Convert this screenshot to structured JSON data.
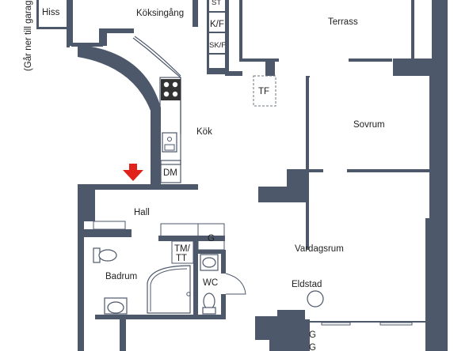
{
  "rooms": {
    "hiss": "Hiss",
    "koksingang": "Köksingång",
    "garage_note": "(Går ner till garage)",
    "st": "ST",
    "kf": "K/F",
    "skf": "SK/F",
    "terrass": "Terrass",
    "tf": "TF",
    "sovrum": "Sovrum",
    "kok": "Kök",
    "dm": "DM",
    "hall": "Hall",
    "g1": "G",
    "tm": "TM/",
    "tt": "TT",
    "badrum": "Badrum",
    "wc": "WC",
    "vardagsrum": "Vardagsrum",
    "eldstad": "Eldstad",
    "g2": "G",
    "g3": "G"
  },
  "colors": {
    "wall": "#4d586b",
    "entrance_arrow": "#e0221b",
    "background": "#ffffff"
  },
  "icons": [
    "entrance-arrow-icon"
  ]
}
